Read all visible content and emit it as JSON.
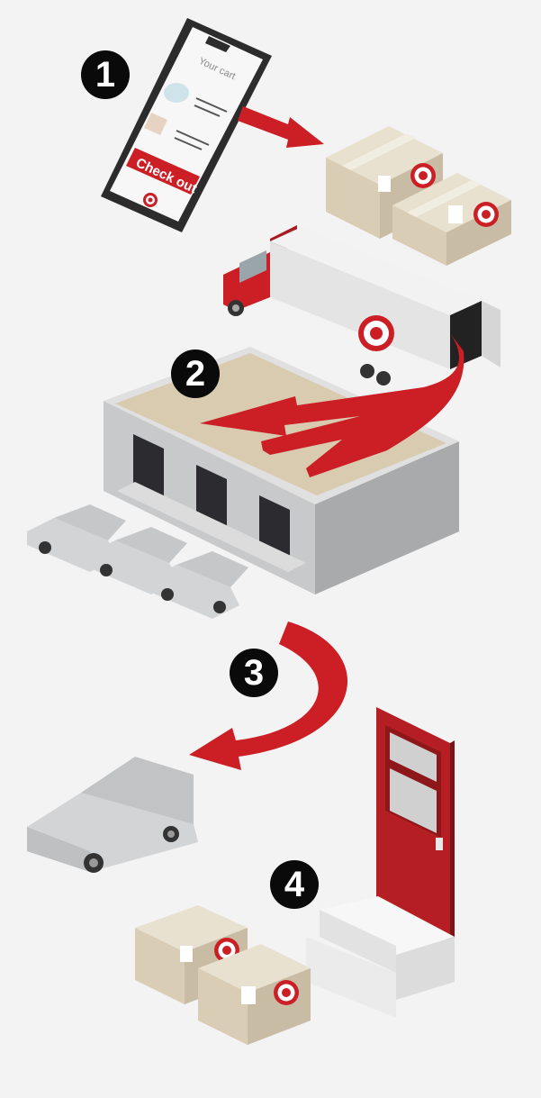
{
  "steps": [
    {
      "number": "1"
    },
    {
      "number": "2"
    },
    {
      "number": "3"
    },
    {
      "number": "4"
    }
  ],
  "phone": {
    "cart_title": "Your cart",
    "checkout_label": "Check out"
  },
  "colors": {
    "target_red": "#cc1f25",
    "arrow_red": "#d9383a",
    "box_tan": "#d9cdb6",
    "truck_white": "#e4e4e4",
    "building_gray": "#c8c9ca",
    "van_gray": "#cfd0d2",
    "door_red": "#b51f24",
    "badge_black": "#0a0a0a"
  }
}
